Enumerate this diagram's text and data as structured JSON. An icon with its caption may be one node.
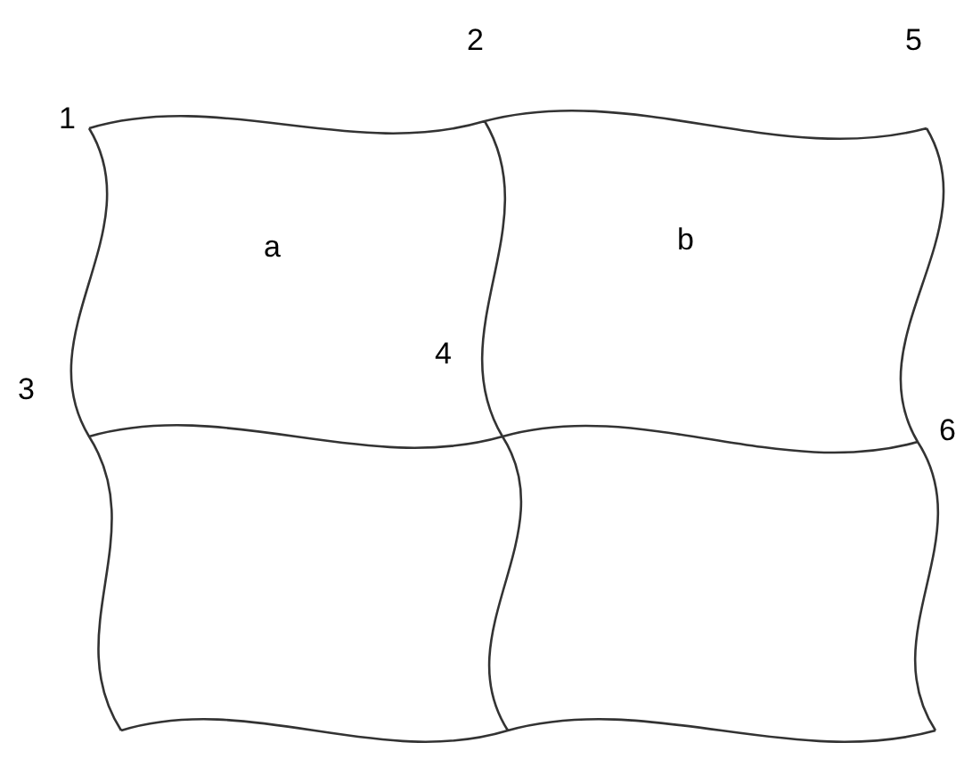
{
  "diagram": {
    "labels": [
      "1",
      "2",
      "5",
      "a",
      "b",
      "3",
      "4",
      "6"
    ]
  }
}
